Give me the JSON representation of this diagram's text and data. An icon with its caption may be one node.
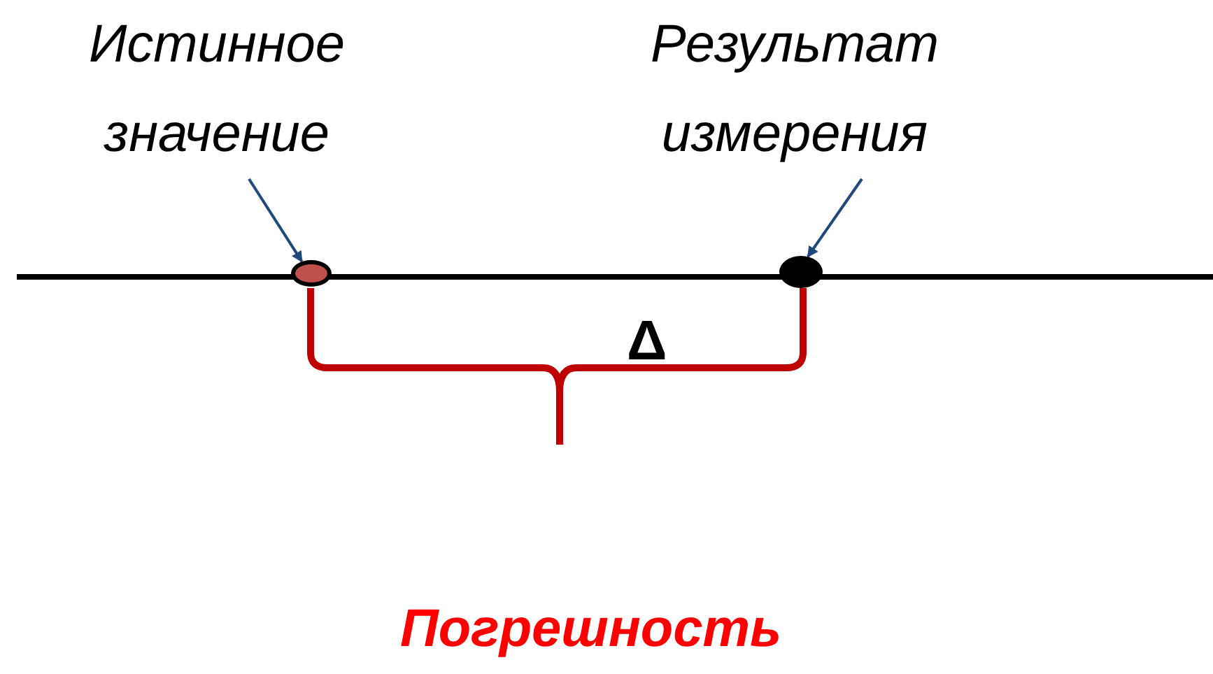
{
  "diagram": {
    "nodes": [
      {
        "text": [
          "Истинное значение"
        ]
      },
      {
        "text": [],
        "shape": "circle"
      },
      {
        "text": [
          "Результат измерения"
        ]
      },
      {
        "text": [],
        "shape": "circle"
      }
    ],
    "edges": [
      {
        "from": 0,
        "to": 1,
        "arrow": "to"
      },
      {
        "from": 2,
        "to": 3,
        "arrow": "to"
      }
    ],
    "labels": [
      "Δ",
      "Погрешность"
    ]
  }
}
